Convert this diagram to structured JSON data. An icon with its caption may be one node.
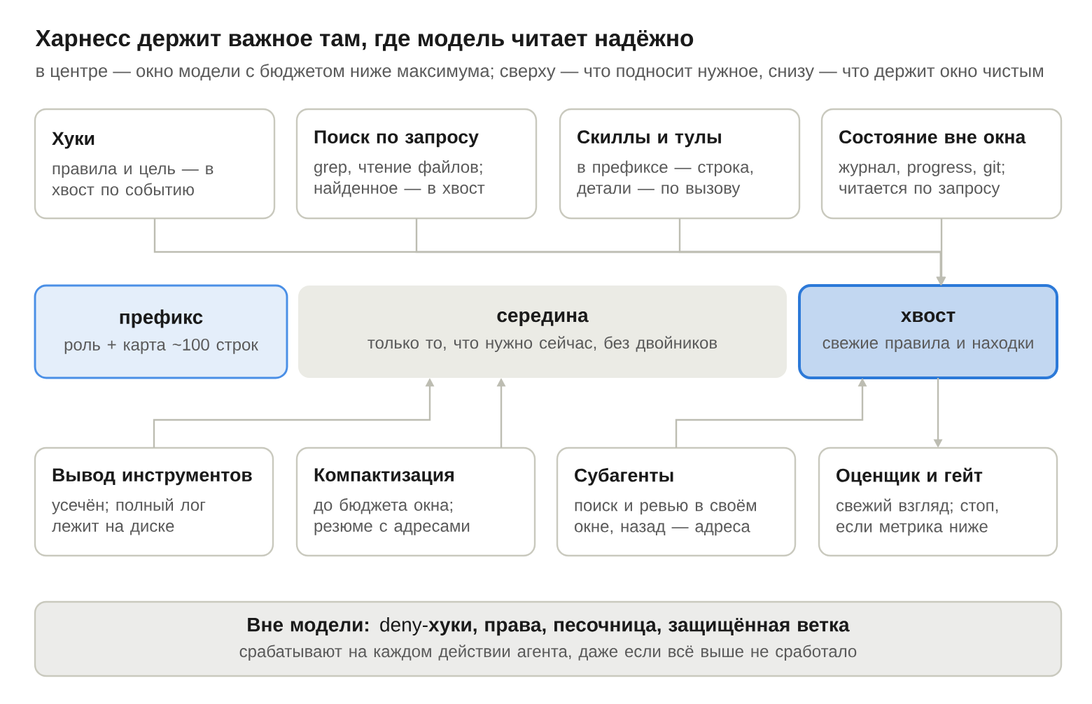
{
  "diagram": {
    "title": "Харнесс держит важное там, где модель читает надёжно",
    "nodes": [
      {
        "text": [
          "Хуки",
          "правила и цель — в хвост по событию"
        ]
      },
      {
        "text": [
          "Поиск по запросу",
          "grep, чтение файлов; найденное — в хвост"
        ]
      },
      {
        "text": [
          "Скиллы и тулы",
          "в префиксе — строка, детали — по вызову"
        ]
      },
      {
        "text": [
          "Состояние вне окна",
          "журнал, progress, git; читается по запросу"
        ]
      },
      {
        "text": [
          "префикс",
          "роль + карта ~100 строк"
        ]
      },
      {
        "text": [
          "середина",
          "только то, что нужно сейчас, без двойников"
        ]
      },
      {
        "text": [
          "хвост",
          "свежие правила и находки"
        ]
      },
      {
        "text": [
          "Вывод инструментов",
          "усечён; полный лог лежит на диске"
        ]
      },
      {
        "text": [
          "Компактизация",
          "до бюджета окна; резюме с адресами"
        ]
      },
      {
        "text": [
          "Субагенты",
          "поиск и ревью в своём окне, назад — адреса"
        ]
      },
      {
        "text": [
          "Оценщик и гейт",
          "свежий взгляд; стоп, если метрика ниже"
        ]
      },
      {
        "text": [
          "**Вне модели:** deny-**хуки, права, песочница, защищённая ветка**",
          "срабатывают на каждом действии агента, даже если всё выше не сработало"
        ]
      }
    ],
    "edges": [
      {
        "from": 0,
        "to": 6,
        "arrow": "to"
      },
      {
        "from": 1,
        "to": 6,
        "arrow": "to"
      },
      {
        "from": 2,
        "to": 6,
        "arrow": "to"
      },
      {
        "from": 3,
        "to": 6,
        "arrow": "to"
      },
      {
        "from": 7,
        "to": 5,
        "arrow": "to"
      },
      {
        "from": 8,
        "to": 5,
        "arrow": "to"
      },
      {
        "from": 9,
        "to": 6,
        "arrow": "to"
      },
      {
        "from": 6,
        "to": 10,
        "arrow": "to"
      }
    ],
    "labels": [
      "в центре — окно модели с бюджетом ниже максимума; сверху — что подносит нужное, снизу — что держит окно чистым"
    ]
  }
}
